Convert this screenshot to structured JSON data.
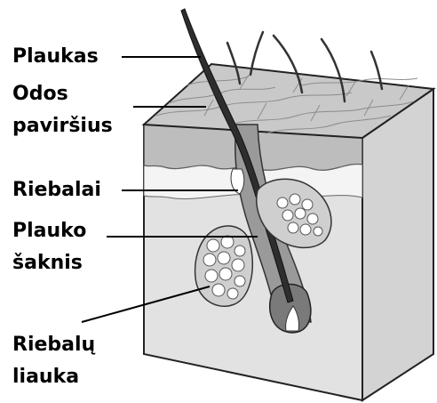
{
  "labels": {
    "plaukas": "Plaukas",
    "odos_line1": "Odos",
    "odos_line2": "paviršius",
    "riebalai": "Riebalai",
    "plauko_line1": "Plauko",
    "plauko_line2": "šaknis",
    "riebalu_line1": "Riebalų",
    "riebalu_line2": "liauka"
  },
  "colors": {
    "skin_top": "#c9c9c9",
    "skin_front": "#e2e2e2",
    "skin_side": "#d3d3d3",
    "dermis_inner": "#ffffff",
    "hair": "#2e2e2e",
    "follicle": "#8a8a8a",
    "leader_line": "#000000"
  }
}
